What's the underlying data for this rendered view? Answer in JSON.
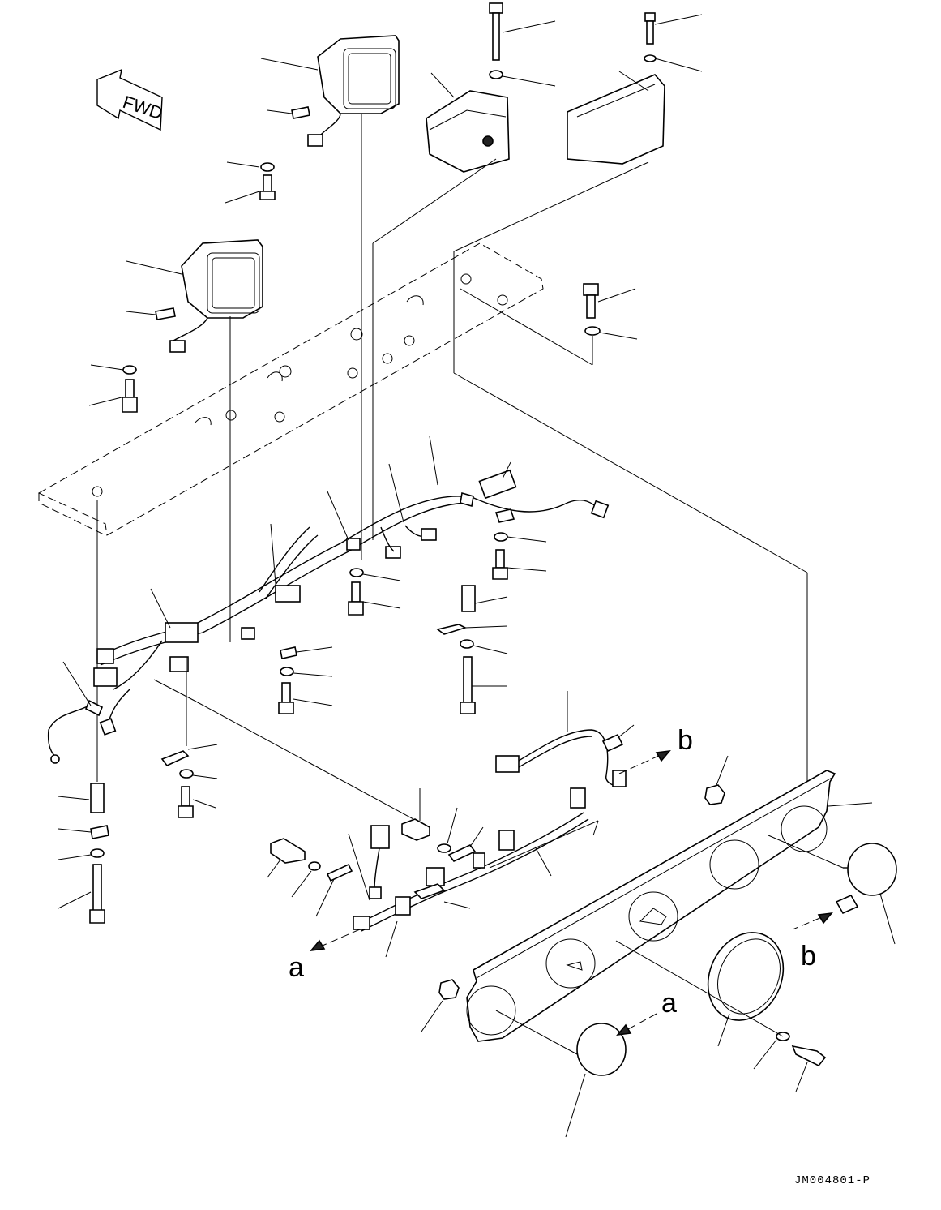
{
  "diagram": {
    "fwd_label": "FWD",
    "callout_a": "a",
    "callout_b": "b",
    "drawing_code": "JM004801-P"
  }
}
